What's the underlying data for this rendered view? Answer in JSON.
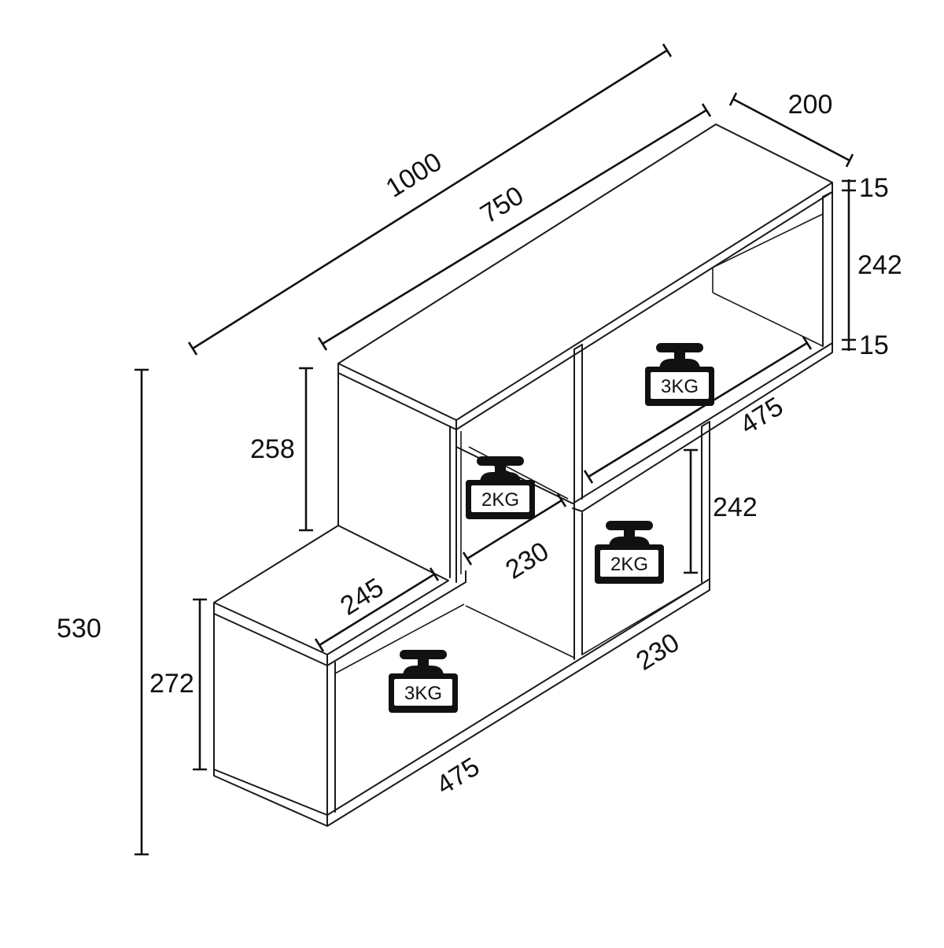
{
  "diagram": {
    "dimensions": {
      "overall_width": "1000",
      "top_unit_width": "750",
      "depth": "200",
      "top_board": "15",
      "top_inner_height": "242",
      "middle_board": "15",
      "top_left_height": "258",
      "top_right_compartment_width": "475",
      "top_left_compartment_width": "230",
      "lower_right_height": "242",
      "lower_left_compartment_width": "245",
      "lower_right_compartment_width": "230",
      "total_height": "530",
      "lower_left_height": "272",
      "bottom_width": "475"
    },
    "weights": [
      {
        "label": "3KG",
        "location": "top-right compartment"
      },
      {
        "label": "2KG",
        "location": "top-left compartment"
      },
      {
        "label": "2KG",
        "location": "lower-right compartment"
      },
      {
        "label": "3KG",
        "location": "lower-left compartment"
      }
    ],
    "colors": {
      "line": "#1a1a1a",
      "background": "#ffffff"
    }
  }
}
